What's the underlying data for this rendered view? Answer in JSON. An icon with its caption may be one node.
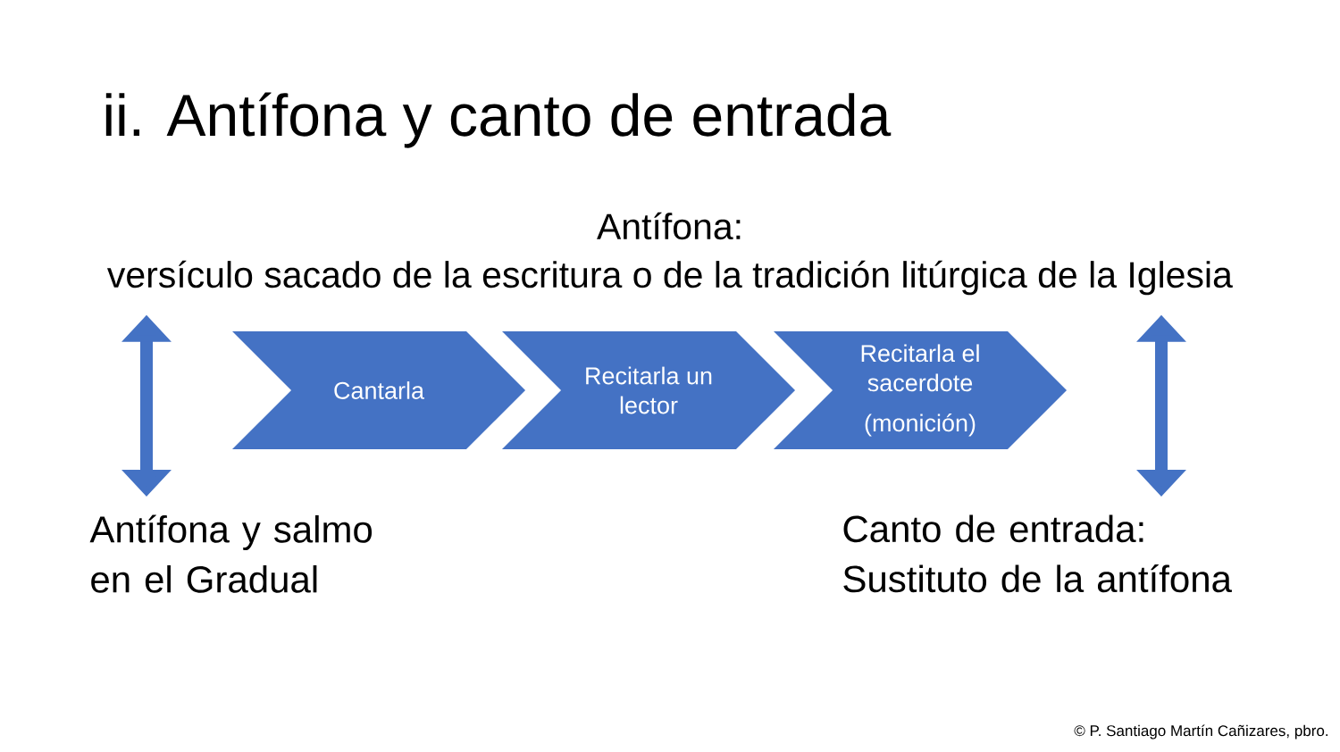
{
  "diagram": {
    "title": "ii. Antífona y canto de entrada",
    "nodes": [
      {
        "text": [
          "Antífona:",
          "versículo sacado de la escritura o de la tradición litúrgica de la Iglesia"
        ]
      },
      {
        "text": [
          "Cantarla"
        ]
      },
      {
        "text": [
          "Recitarla un lector"
        ]
      },
      {
        "text": [
          "Recitarla el sacerdote",
          "(monición)"
        ]
      },
      {
        "text": [
          "Antífona y salmo en el Gradual"
        ]
      },
      {
        "text": [
          "Canto de entrada: Sustituto de la antífona"
        ]
      }
    ],
    "edges": [
      {
        "from": 0,
        "to": 4,
        "arrow": "both"
      },
      {
        "from": 0,
        "to": 5,
        "arrow": "both"
      }
    ],
    "labels": [
      "© P. Santiago Martín Cañizares, pbro."
    ]
  }
}
